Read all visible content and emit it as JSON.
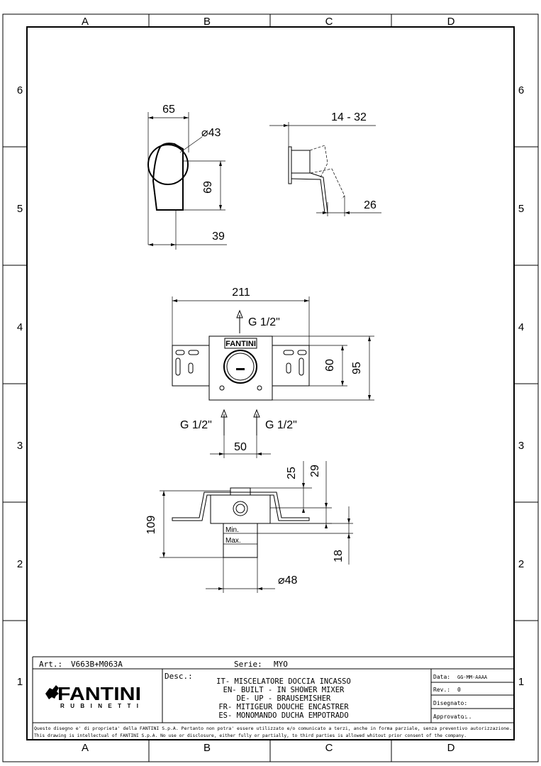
{
  "frame": {
    "columns": [
      "A",
      "B",
      "C",
      "D"
    ],
    "rows": [
      "6",
      "5",
      "4",
      "3",
      "2",
      "1"
    ]
  },
  "views": {
    "front": {
      "width": "65",
      "diameter": "⌀43",
      "height": "69",
      "depth": "39"
    },
    "side": {
      "range": "14 - 32",
      "offset": "26"
    },
    "box": {
      "width": "211",
      "inlet_top": "G 1/2\"",
      "height_inner": "60",
      "height_outer": "95",
      "brand_mark": "FANTINI",
      "inlet_left": "G 1/2\"",
      "inlet_right": "G 1/2\"",
      "spacing": "50"
    },
    "section": {
      "dim_25": "25",
      "dim_29": "29",
      "dim_109": "109",
      "dim_18": "18",
      "min_label": "Min.",
      "max_label": "Max.",
      "diameter": "⌀48"
    }
  },
  "title_block": {
    "art_label": "Art.:",
    "art_value": "V663B+M063A",
    "serie_label": "Serie:",
    "serie_value": "MYO",
    "desc_label": "Desc.:",
    "desc_lines": [
      "IT- MISCELATORE DOCCIA INCASSO",
      "EN- BUILT - IN SHOWER MIXER",
      "DE- UP - BRAUSEMISHER",
      "FR- MITIGEUR DOUCHE   ENCASTRER",
      "ES- MONOMANDO DUCHA EMPOTRADO"
    ],
    "logo_main": "FANTINI",
    "logo_sub": "RUBINETTI",
    "data_label": "Data:",
    "data_value": "GG-MM-AAAA",
    "rev_label": "Rev.:",
    "rev_value": "0",
    "disegnato_label": "Disegnato:",
    "approvato_label": "Approvato:",
    "approvato_value": "...",
    "notice_it": "Questo disegno e' di proprieta' della FANTINI S.p.A. Pertanto non potra' essere utilizzato e/o comunicato a terzi, anche in forma parziale, senza preventivo autorizzazione.",
    "notice_en": "This drawing is intellectual of FANTINI S.p.A. No use or disclosure, either fully or partially, to third parties is allowed whitout prior consent of the company."
  }
}
